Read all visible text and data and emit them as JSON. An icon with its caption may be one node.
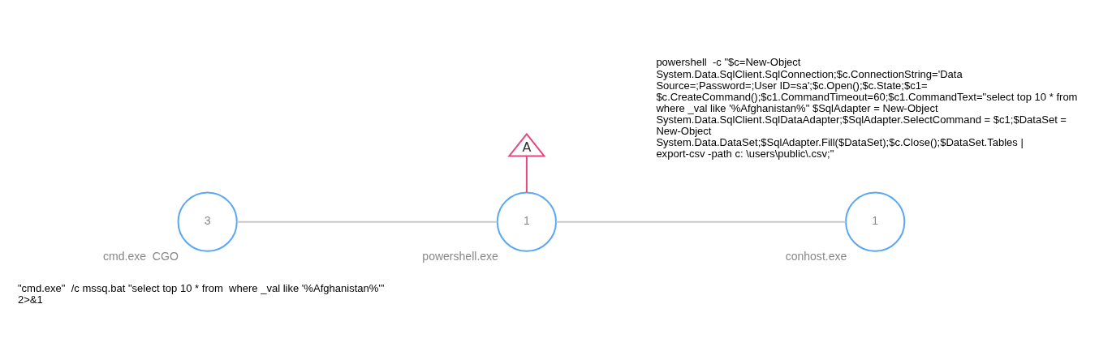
{
  "diagram": {
    "nodes": [
      {
        "text": [
          "3"
        ],
        "beside": [
          "cmd.exe",
          "CGO"
        ]
      },
      {
        "text": [
          "1"
        ],
        "beside": [
          "powershell.exe"
        ]
      },
      {
        "text": [
          "1"
        ],
        "beside": [
          "conhost.exe"
        ]
      },
      {
        "text": [
          "A"
        ]
      }
    ],
    "edges": [
      {
        "from": 0,
        "to": 1,
        "arrow": "none"
      },
      {
        "from": 1,
        "to": 2,
        "arrow": "none"
      },
      {
        "from": 3,
        "to": 1,
        "arrow": "none",
        "color": "#e8467c"
      }
    ],
    "labels": [
      "powershell  -c \"$c=New-Object System.Data.SqlClient.SqlConnection;$c.ConnectionString='Data Source=;Password=;User ID=sa';$c.Open();$c.State;$c1= $c.CreateCommand();$c1.CommandTimeout=60;$c1.CommandText=\"select top 10 * from  where _val like '%Afghanistan%\" $SqlAdapter = New-Object System.Data.SqlClient.SqlDataAdapter;$SqlAdapter.SelectCommand = $c1;$DataSet = New-Object System.Data.DataSet;$SqlAdapter.Fill($DataSet);$c.Close();$DataSet.Tables | export-csv -path c: \\users\\public\\.csv;\"",
      "\"cmd.exe\"  /c mssq.bat \"select top 10 * from  where _val like '%Afghanistan%'\" 2>&1"
    ]
  }
}
